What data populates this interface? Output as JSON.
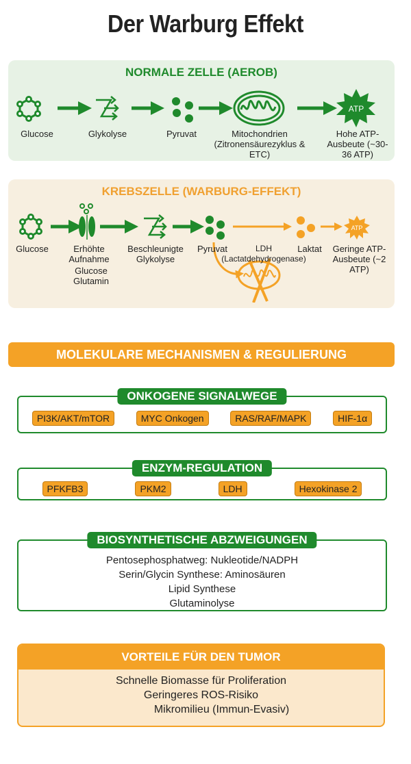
{
  "title": "Der Warburg Effekt",
  "normal": {
    "heading": "NORMALE ZELLE (AEROB)",
    "steps": [
      "Glucose",
      "Glykolyse",
      "Pyruvat",
      "Mitochondrien (Zitronensäurezyklus & ETC)",
      "Hohe ATP-Ausbeute (~30-36 ATP)"
    ],
    "atp_label": "ATP"
  },
  "cancer": {
    "heading": "KREBSZELLE (WARBURG-EFFEKT)",
    "steps": [
      "Glucose",
      "Erhöhte Aufnahme",
      "Beschleunigte Glykolyse",
      "Pyruvat",
      "LDH (Lactatdehydrogenase)",
      "Laktat",
      "Geringe ATP-Ausbeute (~2 ATP)"
    ],
    "uptake_items": [
      "Glucose",
      "Glutamin"
    ],
    "atp_label": "ATP"
  },
  "mechanisms": {
    "title": "MOLEKULARE MECHANISMEN & REGULIERUNG",
    "oncogenes": {
      "title": "ONKOGENE SIGNALWEGE",
      "items": [
        "PI3K/AKT/mTOR",
        "MYC Onkogen",
        "RAS/RAF/MAPK",
        "HIF-1α"
      ]
    },
    "enzymes": {
      "title": "ENZYM-REGULATION",
      "items": [
        "PFKFB3",
        "PKM2",
        "LDH",
        "Hexokinase 2"
      ]
    },
    "biosynth": {
      "title": "BIOSYNTHETISCHE ABZWEIGUNGEN",
      "items": [
        "Pentosephosphatweg: Nukleotide/NADPH",
        "Serin/Glycin Synthese: Aminosäuren",
        "Lipid Synthese",
        "Glutaminolyse"
      ]
    }
  },
  "advantages": {
    "title": "VORTEILE FÜR DEN TUMOR",
    "items": [
      "Schnelle Biomasse für Proliferation",
      "Geringeres ROS-Risiko",
      "Mikromilieu (Immun-Evasiv)"
    ]
  },
  "colors": {
    "green": "#1f8a2c",
    "orange": "#f4a226"
  }
}
